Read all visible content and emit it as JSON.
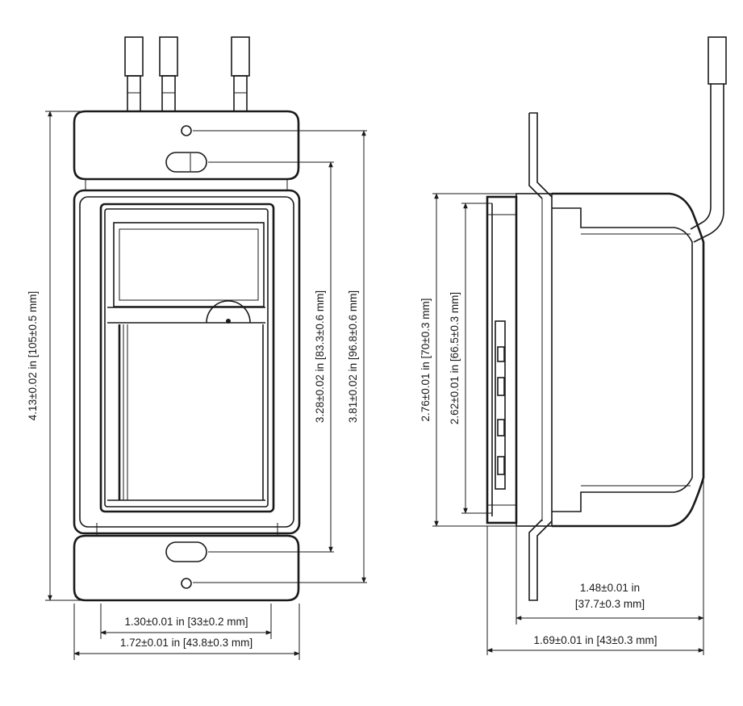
{
  "front_view": {
    "height_overall": "4.13±0.02 in [105±0.5 mm]",
    "height_mount_slots": "3.28±0.02 in [83.3±0.6 mm]",
    "height_mount_holes": "3.81±0.02 in [96.8±0.6 mm]",
    "width_paddle": "1.30±0.01 in [33±0.2 mm]",
    "width_overall": "1.72±0.01 in [43.8±0.3 mm]"
  },
  "side_view": {
    "height_body": "2.76±0.01 in [70±0.3 mm]",
    "height_face": "2.62±0.01 in [66.5±0.3 mm]",
    "depth_body_line1": "1.48±0.01 in",
    "depth_body_line2": "[37.7±0.3 mm]",
    "depth_overall": "1.69±0.01 in [43±0.3 mm]"
  }
}
